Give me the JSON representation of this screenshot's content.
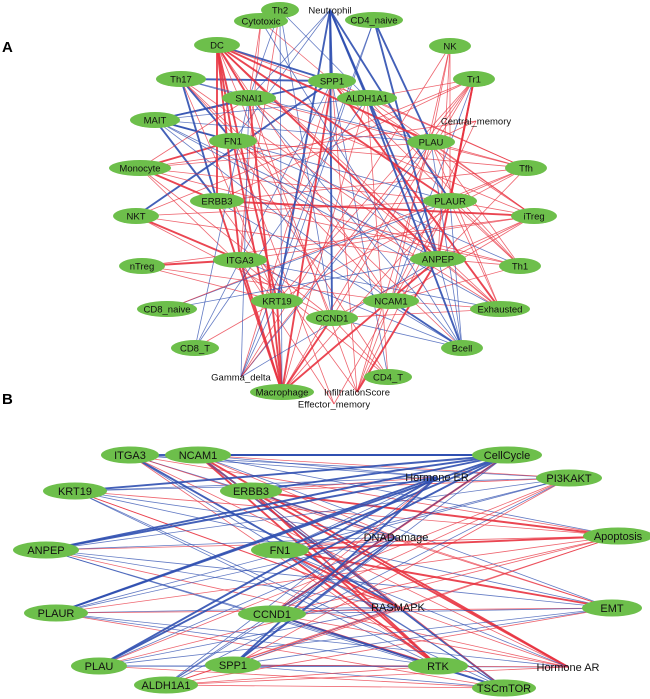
{
  "panels": [
    {
      "letter": "A",
      "nodes": [
        {
          "id": "Th2",
          "label": "Th2"
        },
        {
          "id": "Neutrophil",
          "label": "Neutrophil",
          "plain": true
        },
        {
          "id": "Cytotoxic",
          "label": "Cytotoxic"
        },
        {
          "id": "CD4_naive",
          "label": "CD4_naive"
        },
        {
          "id": "DC",
          "label": "DC"
        },
        {
          "id": "NK",
          "label": "NK"
        },
        {
          "id": "Th17",
          "label": "Th17"
        },
        {
          "id": "SPP1",
          "label": "SPP1"
        },
        {
          "id": "Tr1",
          "label": "Tr1"
        },
        {
          "id": "SNAI1",
          "label": "SNAI1"
        },
        {
          "id": "ALDH1A1",
          "label": "ALDH1A1"
        },
        {
          "id": "MAIT",
          "label": "MAIT"
        },
        {
          "id": "Central_memory",
          "label": "Central_memory",
          "plain": true
        },
        {
          "id": "FN1",
          "label": "FN1"
        },
        {
          "id": "PLAU",
          "label": "PLAU"
        },
        {
          "id": "Monocyte",
          "label": "Monocyte"
        },
        {
          "id": "Tfh",
          "label": "Tfh"
        },
        {
          "id": "ERBB3",
          "label": "ERBB3"
        },
        {
          "id": "PLAUR",
          "label": "PLAUR"
        },
        {
          "id": "NKT",
          "label": "NKT"
        },
        {
          "id": "iTreg",
          "label": "iTreg"
        },
        {
          "id": "nTreg",
          "label": "nTreg"
        },
        {
          "id": "ITGA3",
          "label": "ITGA3"
        },
        {
          "id": "ANPEP",
          "label": "ANPEP"
        },
        {
          "id": "Th1",
          "label": "Th1"
        },
        {
          "id": "KRT19",
          "label": "KRT19"
        },
        {
          "id": "NCAM1",
          "label": "NCAM1"
        },
        {
          "id": "CD8_naive",
          "label": "CD8_naive"
        },
        {
          "id": "Exhausted",
          "label": "Exhausted"
        },
        {
          "id": "CCND1",
          "label": "CCND1"
        },
        {
          "id": "CD8_T",
          "label": "CD8_T"
        },
        {
          "id": "Bcell",
          "label": "Bcell"
        },
        {
          "id": "Gamma_delta",
          "label": "Gamma_delta",
          "plain": true
        },
        {
          "id": "CD4_T",
          "label": "CD4_T"
        },
        {
          "id": "Macrophage",
          "label": "Macrophage"
        },
        {
          "id": "InfiltrationScore",
          "label": "InfiltrationScore",
          "plain": true
        },
        {
          "id": "Effector_memory",
          "label": "Effector_memory",
          "plain": true
        }
      ]
    },
    {
      "letter": "B",
      "nodes": [
        {
          "id": "ITGA3",
          "label": "ITGA3"
        },
        {
          "id": "NCAM1",
          "label": "NCAM1"
        },
        {
          "id": "CellCycle",
          "label": "CellCycle"
        },
        {
          "id": "Hormone_ER",
          "label": "Hormone ER",
          "plain": true
        },
        {
          "id": "PI3KAKT",
          "label": "PI3KAKT"
        },
        {
          "id": "KRT19",
          "label": "KRT19"
        },
        {
          "id": "ERBB3",
          "label": "ERBB3"
        },
        {
          "id": "DNADamage",
          "label": "DNADamage",
          "plain": true
        },
        {
          "id": "Apoptosis",
          "label": "Apoptosis"
        },
        {
          "id": "ANPEP",
          "label": "ANPEP"
        },
        {
          "id": "FN1",
          "label": "FN1"
        },
        {
          "id": "PLAUR",
          "label": "PLAUR"
        },
        {
          "id": "CCND1",
          "label": "CCND1"
        },
        {
          "id": "RASMAPK",
          "label": "RASMAPK",
          "plain": true
        },
        {
          "id": "EMT",
          "label": "EMT"
        },
        {
          "id": "PLAU",
          "label": "PLAU"
        },
        {
          "id": "SPP1",
          "label": "SPP1"
        },
        {
          "id": "RTK",
          "label": "RTK"
        },
        {
          "id": "Hormone_AR",
          "label": "Hormone AR",
          "plain": true
        },
        {
          "id": "ALDH1A1",
          "label": "ALDH1A1"
        },
        {
          "id": "TSCmTOR",
          "label": "TSCmTOR"
        }
      ]
    }
  ],
  "colors": {
    "node": "#6dbf4b",
    "positive_edge": "#e8323f",
    "negative_edge": "#2f4fb0"
  }
}
